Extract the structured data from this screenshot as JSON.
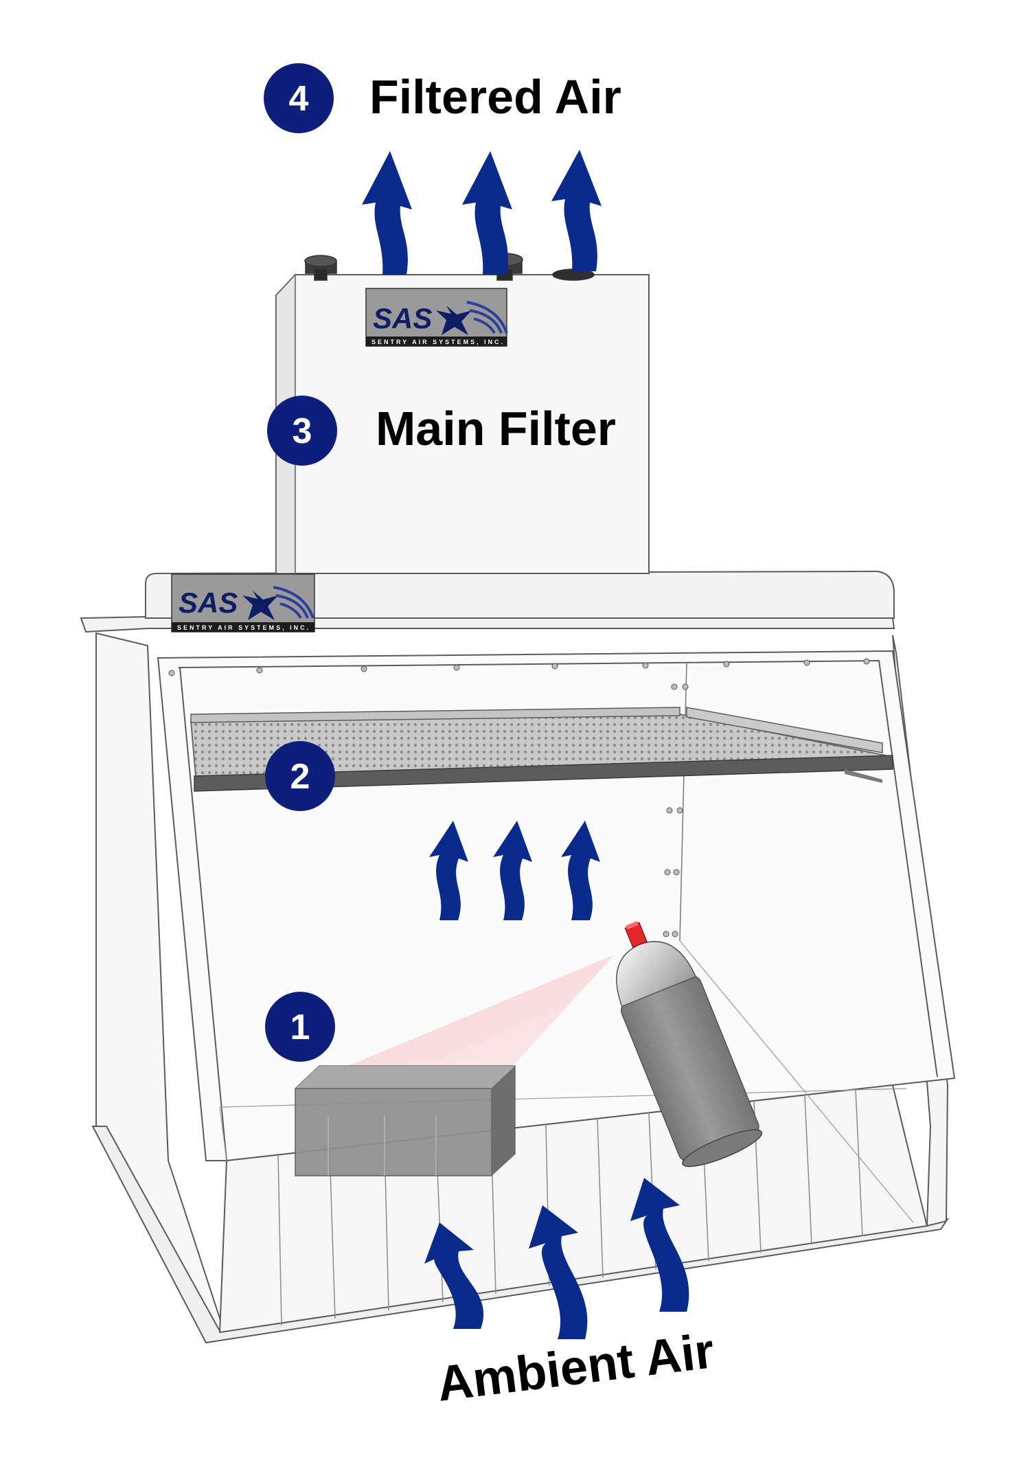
{
  "labels": {
    "filtered_air": "Filtered Air",
    "main_filter": "Main Filter",
    "ambient_air": "Ambient Air"
  },
  "steps": {
    "step1": "1",
    "step2": "2",
    "step3": "3",
    "step4": "4"
  },
  "logo": {
    "mark": "SAS",
    "company": "SENTRY AIR SYSTEMS, INC."
  },
  "colors": {
    "arrow_blue": "#0a2a8c",
    "badge_navy": "#0d1f7a",
    "cabinet_outline": "#5b5b5b",
    "filter_steel": "#8a8a8a",
    "spray_mist": "#f08a8a",
    "nozzle_red": "#e5262b"
  },
  "icons": {
    "arrow": "wavy-up-arrow-icon",
    "spray": "aerosol-can-icon",
    "part": "gray-block-icon"
  }
}
